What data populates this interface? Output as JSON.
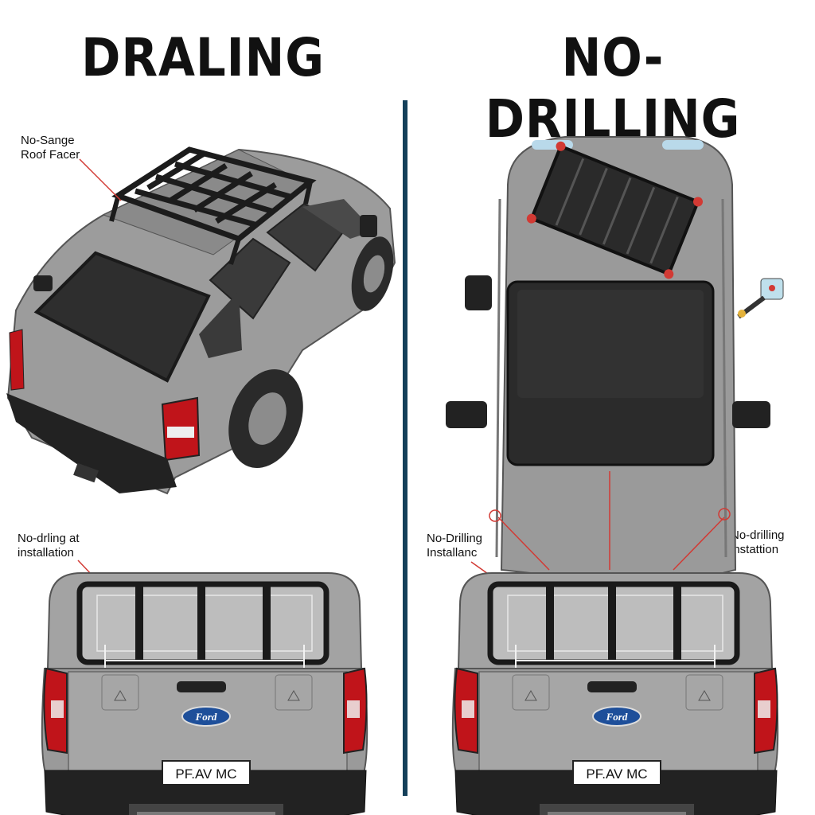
{
  "titles": {
    "left": "DRALING",
    "right": "NO-DRILLING"
  },
  "labels": {
    "roof_facer": [
      "No-Sange",
      "Roof Facer"
    ],
    "left_install": [
      "No-drling at",
      "installation"
    ],
    "mid_install": [
      "No-Drilling",
      "Installanc"
    ],
    "right_install": [
      "No-drilling",
      "instattion"
    ]
  },
  "vehicle": {
    "badge": "Ford",
    "plate": "PF.AV MC",
    "colors": {
      "body": "#9a9a9a",
      "body_dark": "#6f6f6f",
      "glass": "#2b2b2b",
      "rack": "#1c1c1c",
      "tail_light": "#c0141a",
      "badge_blue": "#1e4f9a",
      "callout_red": "#d23a34",
      "divider": "#14405a"
    }
  }
}
